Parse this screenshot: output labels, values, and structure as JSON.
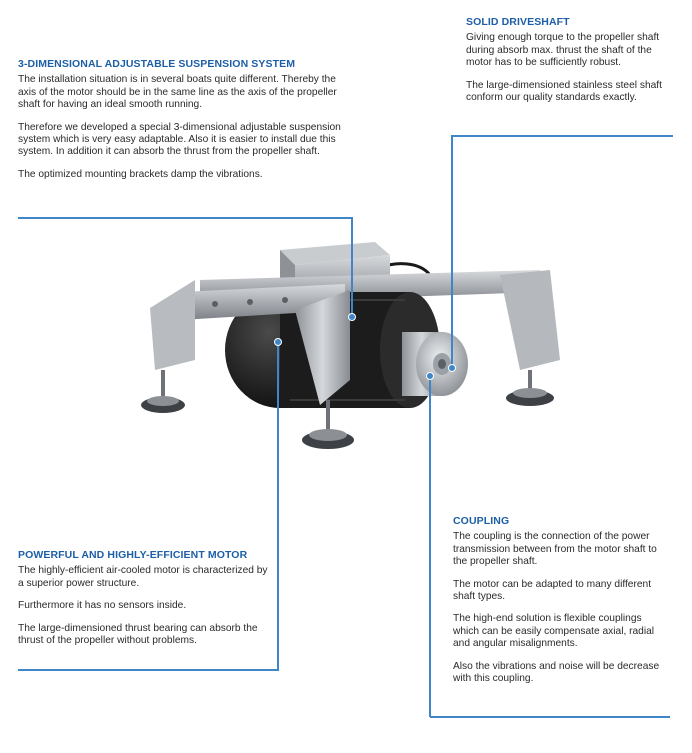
{
  "sections": {
    "suspension": {
      "title": "3-DIMENSIONAL ADJUSTABLE SUSPENSION SYSTEM",
      "paragraphs": [
        "The installation situation is in several boats quite different. Thereby the axis of the motor should be in the same line as the axis of the propeller shaft for having an ideal smooth running.",
        "Therefore we developed a special 3-dimensional adjustable suspension system which is very easy adaptable. Also it is easier to install due this system. In addition it can absorb the thrust from the propeller shaft.",
        "The optimized mounting brackets damp the vibrations."
      ]
    },
    "driveshaft": {
      "title": "SOLID DRIVESHAFT",
      "paragraphs": [
        "Giving enough torque to the propeller shaft during absorb max. thrust the shaft of the motor has to be sufficiently robust.",
        "The large-dimensioned stainless steel shaft conform our quality standards exactly."
      ]
    },
    "motor": {
      "title": "POWERFUL AND HIGHLY-EFFICIENT MOTOR",
      "paragraphs": [
        "The highly-efficient air-cooled motor is characterized by a superior power structure.",
        "Furthermore it has no sensors inside.",
        "The large-dimensioned thrust bearing can absorb the thrust of the propeller without problems."
      ]
    },
    "coupling": {
      "title": "COUPLING",
      "paragraphs": [
        "The coupling is the connection of the power transmission between from the motor shaft to the propeller shaft.",
        "The motor can be adapted to many different shaft types.",
        "The high-end solution is flexible couplings which can be easily compensate axial, radial and angular misalignments.",
        "Also the vibrations and noise will be decrease with this coupling."
      ]
    }
  },
  "colors": {
    "heading": "#1d5fa6",
    "leader_line": "#3f86c8",
    "text": "#2a2a2a"
  }
}
